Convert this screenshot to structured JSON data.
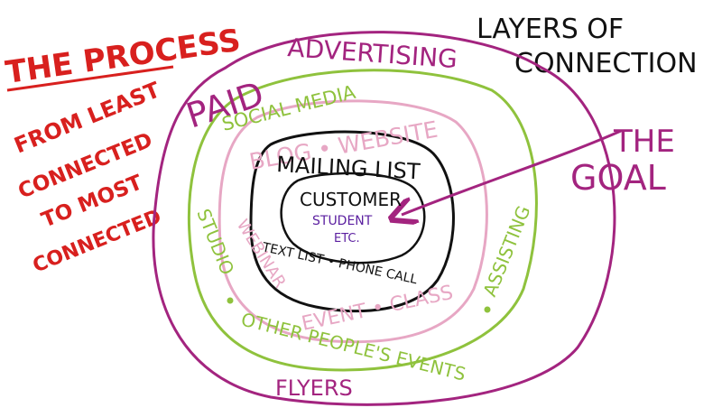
{
  "colors": {
    "red": "#d8201e",
    "magenta": "#a3247f",
    "green": "#8fc23d",
    "pink": "#e7a7c4",
    "black": "#111111",
    "purple": "#5b1fa0"
  },
  "process": {
    "title": "THE PROCESS",
    "line1": "FROM LEAST",
    "line2": "CONNECTED",
    "line3": "TO MOST",
    "line4": "CONNECTED"
  },
  "heading": {
    "line1": "LAYERS OF",
    "line2": "CONNECTION"
  },
  "goal": {
    "line1": "THE",
    "line2": "GOAL"
  },
  "paid_layer": {
    "label": "PAID",
    "top": "ADVERTISING",
    "bottom": "FLYERS"
  },
  "green_layer": {
    "top": "SOCIAL MEDIA",
    "left": "STUDIO",
    "right": "ASSISTING",
    "bottom": "OTHER PEOPLE'S EVENTS"
  },
  "pink_layer": {
    "top": "BLOG • WEBSITE",
    "left": "WEBINAR",
    "bottom": "EVENT • CLASS"
  },
  "black_layer": {
    "top": "MAILING LIST",
    "bottom": "TEXT LIST • PHONE CALL"
  },
  "core": {
    "line1": "CUSTOMER",
    "line2": "STUDENT",
    "line3": "ETC."
  }
}
